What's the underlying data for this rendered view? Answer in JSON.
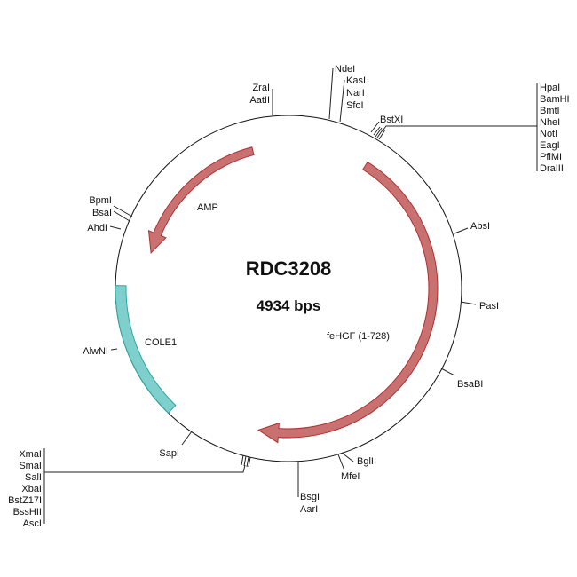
{
  "plasmid": {
    "name": "RDC3208",
    "size": "4934 bps"
  },
  "colors": {
    "arrow_fill": "#c97171",
    "arrow_stroke": "#b03030",
    "ori_fill": "#7fcfcc",
    "ori_stroke": "#2aa8a4"
  },
  "features": {
    "amp": "AMP",
    "cole1": "COLE1",
    "fehgf": "feHGF (1-728)"
  },
  "sites": {
    "top_left": [
      "ZraI",
      "AatII"
    ],
    "ndei": "NdeI",
    "kasi_group": [
      "KasI",
      "NarI",
      "SfoI"
    ],
    "bstxi": "BstXI",
    "mcs_right": [
      "HpaI",
      "BamHI",
      "BmtI",
      "NheI",
      "NotI",
      "EagI",
      "PflMI",
      "DraIII"
    ],
    "absi": "AbsI",
    "pasi": "PasI",
    "bsabi": "BsaBI",
    "bglii_group": [
      "BglII",
      "MfeI"
    ],
    "bsgi_group": [
      "BsgI",
      "AarI"
    ],
    "sapi": "SapI",
    "mcs_left": [
      "XmaI",
      "SmaI",
      "SalI",
      "XbaI",
      "BstZ17I",
      "BssHII",
      "AscI"
    ],
    "alwni": "AlwNI",
    "left_group": [
      "BpmI",
      "BsaI",
      "AhdI"
    ]
  }
}
